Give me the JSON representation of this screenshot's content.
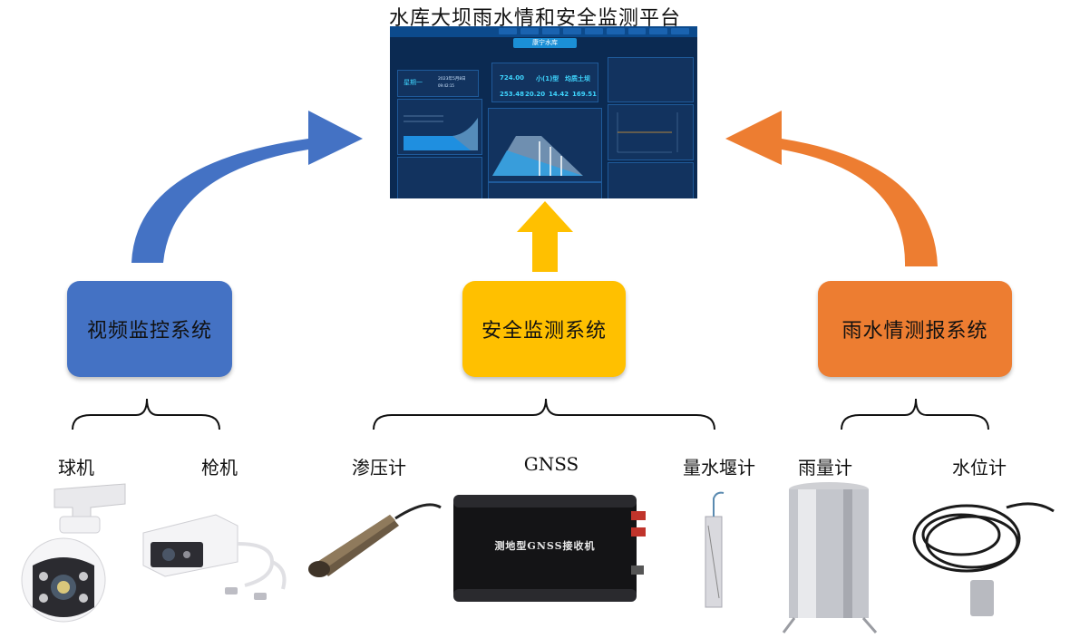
{
  "title": "水库大坝雨水情和安全监测平台",
  "dashboard": {
    "header": "康宁水库",
    "day": "星期一",
    "date": "2023年5月8日",
    "time": "09:42:15",
    "stats": [
      "724.00",
      "小(1)型",
      "均质土坝",
      "253.48",
      "20.20",
      "14.42",
      "169.51"
    ]
  },
  "systems": [
    {
      "label": "视频监控系统",
      "color": "#4472c4"
    },
    {
      "label": "安全监测系统",
      "color": "#ffc000"
    },
    {
      "label": "雨水情测报系统",
      "color": "#ed7d31"
    }
  ],
  "devices": {
    "video": [
      "球机",
      "枪机"
    ],
    "safety": [
      "渗压计",
      "GNSS",
      "量水堰计"
    ],
    "rain": [
      "雨量计",
      "水位计"
    ]
  },
  "gnss_device_text": "测地型GNSS接收机"
}
